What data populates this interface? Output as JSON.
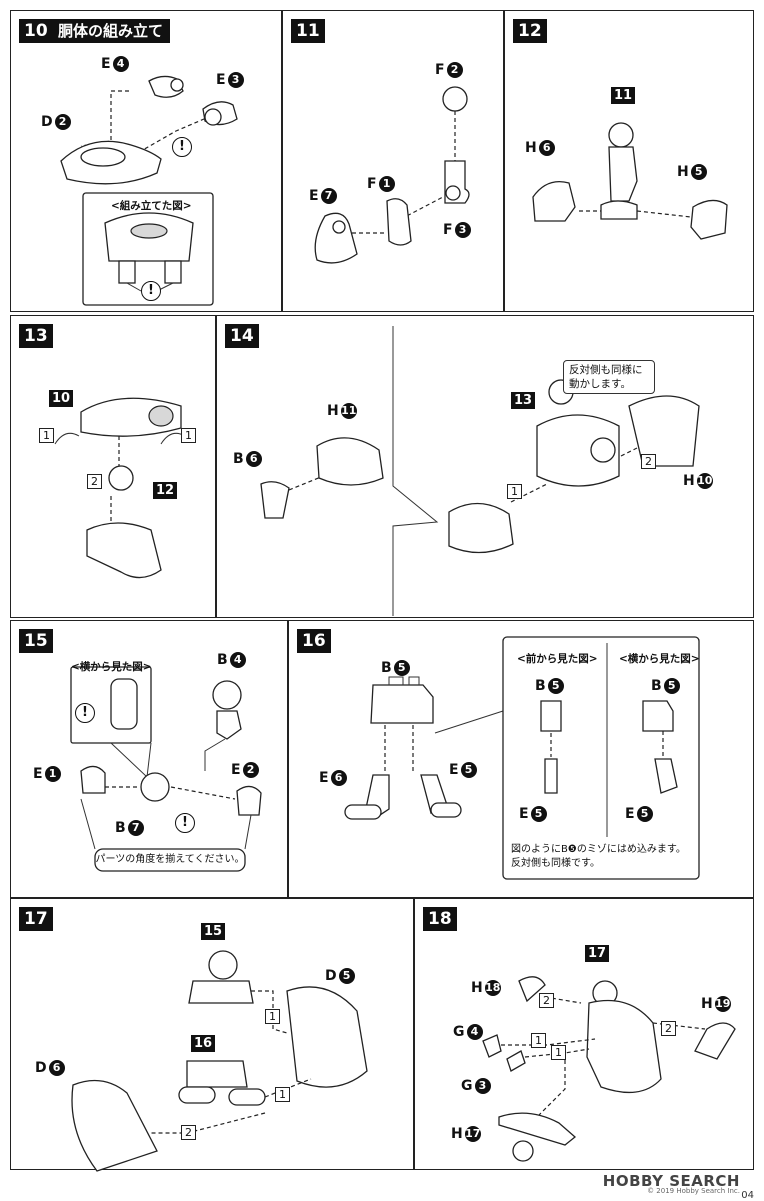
{
  "steps": {
    "s10": {
      "number": "10",
      "title": "胴体の組み立て",
      "assembled_label": "<組み立てた図>",
      "labels": [
        {
          "letter": "E",
          "num": "4"
        },
        {
          "letter": "E",
          "num": "3"
        },
        {
          "letter": "D",
          "num": "2"
        }
      ]
    },
    "s11": {
      "number": "11",
      "labels": [
        {
          "letter": "F",
          "num": "2"
        },
        {
          "letter": "E",
          "num": "7"
        },
        {
          "letter": "F",
          "num": "1"
        },
        {
          "letter": "F",
          "num": "3"
        }
      ]
    },
    "s12": {
      "number": "12",
      "ref": "11",
      "labels": [
        {
          "letter": "H",
          "num": "6"
        },
        {
          "letter": "H",
          "num": "5"
        }
      ]
    },
    "s13": {
      "number": "13",
      "refs": [
        "10",
        "12"
      ],
      "boxes": [
        "1",
        "1",
        "2"
      ]
    },
    "s14": {
      "number": "14",
      "callout": "反対側も同様に 動かします。",
      "ref": "13",
      "labels": [
        {
          "letter": "H",
          "num": "11"
        },
        {
          "letter": "B",
          "num": "6"
        },
        {
          "letter": "H",
          "num": "10"
        }
      ],
      "boxes": [
        "2",
        "1"
      ]
    },
    "s15": {
      "number": "15",
      "side_label": "<横から見た図>",
      "note": "パーツの角度を揃えてください。",
      "labels": [
        {
          "letter": "B",
          "num": "4"
        },
        {
          "letter": "E",
          "num": "1"
        },
        {
          "letter": "E",
          "num": "2"
        },
        {
          "letter": "B",
          "num": "7"
        }
      ]
    },
    "s16": {
      "number": "16",
      "front_label": "<前から見た図>",
      "side_label": "<横から見た図>",
      "note": "図のようにB❺のミゾにはめ込みます。 反対側も同様です。",
      "labels": [
        {
          "letter": "B",
          "num": "5"
        },
        {
          "letter": "E",
          "num": "6"
        },
        {
          "letter": "E",
          "num": "5"
        },
        {
          "letter": "B",
          "num": "5"
        },
        {
          "letter": "E",
          "num": "5"
        },
        {
          "letter": "B",
          "num": "5"
        },
        {
          "letter": "E",
          "num": "5"
        }
      ]
    },
    "s17": {
      "number": "17",
      "refs": [
        "15",
        "16"
      ],
      "boxes": [
        "1",
        "1",
        "2"
      ],
      "labels": [
        {
          "letter": "D",
          "num": "5"
        },
        {
          "letter": "D",
          "num": "6"
        }
      ]
    },
    "s18": {
      "number": "18",
      "ref": "17",
      "boxes": [
        "2",
        "2",
        "1",
        "1"
      ],
      "labels": [
        {
          "letter": "H",
          "num": "18"
        },
        {
          "letter": "H",
          "num": "19"
        },
        {
          "letter": "G",
          "num": "4"
        },
        {
          "letter": "G",
          "num": "3"
        },
        {
          "letter": "H",
          "num": "17"
        }
      ]
    }
  },
  "watermark": "HOBBY SEARCH",
  "copyright": "© 2019 Hobby Search Inc.",
  "page_number": "04"
}
